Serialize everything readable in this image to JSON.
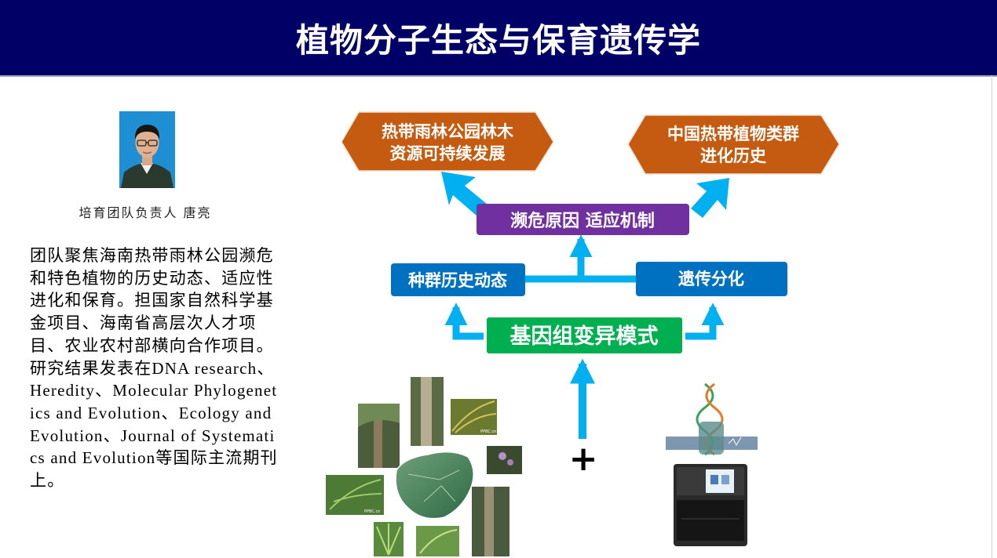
{
  "header": {
    "title": "植物分子生态与保育遗传学"
  },
  "leader": {
    "caption": "培育团队负责人 唐亮"
  },
  "intro": {
    "text": "团队聚焦海南热带雨林公园濒危和特色植物的历史动态、适应性进化和保育。担国家自然科学基金项目、海南省高层次人才项目、农业农村部横向合作项目。研究结果发表在DNA research、Heredity、Molecular Phylogenetics and Evolution、Ecology and Evolution、Journal of Systematics and Evolution等国际主流期刊上。"
  },
  "diagram": {
    "goal_left": {
      "line1": "热带雨林公园林木",
      "line2": "资源可持续发展"
    },
    "goal_right": {
      "line1": "中国热带植物类群",
      "line2": "进化历史"
    },
    "mechanism": "濒危原因 适应机制",
    "population_history": "种群历史动态",
    "genetic_divergence": "遗传分化",
    "genome_variation": "基因组变异模式",
    "plus": "+",
    "colors": {
      "header": "#000066",
      "goal": "#c55a11",
      "mechanism": "#7030a0",
      "mid": "#0070c0",
      "genome": "#00b050",
      "arrow": "#00b0f0"
    }
  },
  "images": {
    "plant_photos": "plant-photo-icons",
    "hainan_map": "map-icon",
    "dna": "dna-helix-icon",
    "sequencer": "sequencer-icon"
  },
  "photo_marks": {
    "mark_a": "PPBC.cn",
    "mark_b": "PPBC.cn"
  }
}
